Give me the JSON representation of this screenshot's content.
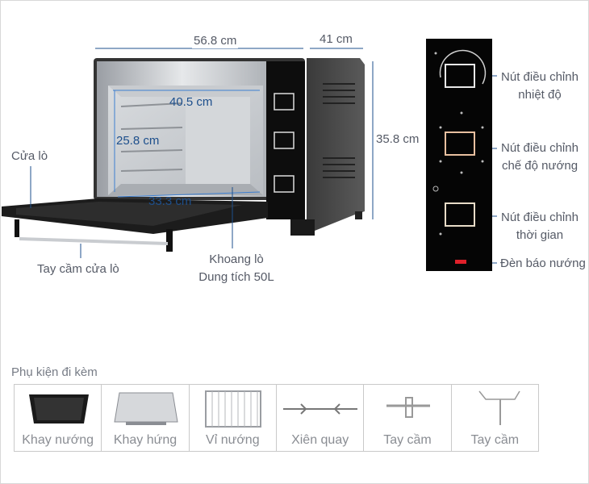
{
  "dimensions": {
    "width": "56.8 cm",
    "depth": "41 cm",
    "height": "35.8 cm",
    "inner_width": "40.5 cm",
    "inner_height": "25.8 cm",
    "inner_depth": "33.3 cm"
  },
  "callouts": {
    "door": "Cửa lò",
    "door_handle": "Tay cầm cửa lò",
    "cavity_line1": "Khoang lò",
    "cavity_line2": "Dung tích 50L"
  },
  "control_panel": {
    "temp_knob_line1": "Nút điều chỉnh",
    "temp_knob_line2": "nhiệt độ",
    "mode_knob_line1": "Nút điều chỉnh",
    "mode_knob_line2": "chế độ nướng",
    "timer_knob_line1": "Nút điều chỉnh",
    "timer_knob_line2": "thời gian",
    "indicator": "Đèn báo nướng"
  },
  "accessories": {
    "title": "Phụ kiện đi kèm",
    "items": [
      {
        "name": "Khay nướng",
        "icon": "baking-tray-icon"
      },
      {
        "name": "Khay hứng",
        "icon": "drip-tray-icon"
      },
      {
        "name": "Vỉ nướng",
        "icon": "wire-rack-icon"
      },
      {
        "name": "Xiên quay",
        "icon": "rotisserie-spit-icon"
      },
      {
        "name": "Tay cầm",
        "icon": "spit-handle-icon"
      },
      {
        "name": "Tay cầm",
        "icon": "rack-handle-icon"
      }
    ]
  },
  "colors": {
    "dimension_line": "#1d4f8c",
    "inner_dimension": "#3d7fd0",
    "oven_body": "#2a2a2a",
    "indicator_light": "#e0202a"
  }
}
